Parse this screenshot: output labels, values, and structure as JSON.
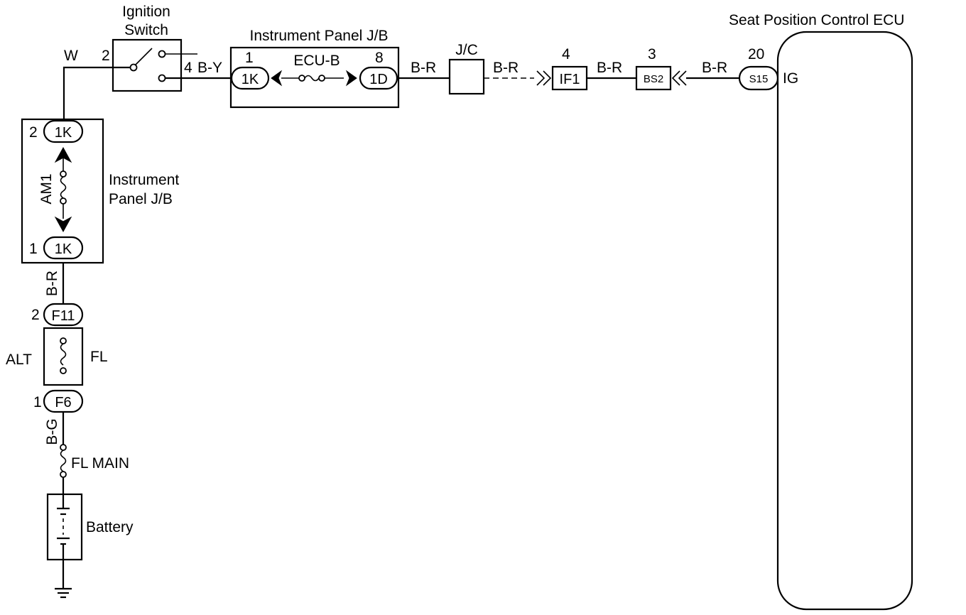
{
  "labels": {
    "ignition_switch_1": "Ignition",
    "ignition_switch_2": "Switch",
    "ipjb_top": "Instrument Panel J/B",
    "ipjb_side_1": "Instrument",
    "ipjb_side_2": "Panel J/B",
    "ecu_title": "Seat Position Control ECU",
    "jc": "J/C",
    "ecu_b": "ECU-B",
    "am1": "AM1",
    "alt": "ALT",
    "fl": "FL",
    "fl_main": "FL MAIN",
    "battery": "Battery",
    "ig": "IG"
  },
  "wires": {
    "w": "W",
    "by": "B-Y",
    "br1": "B-R",
    "br2": "B-R",
    "br3": "B-R",
    "br4": "B-R",
    "br_vert": "B-R",
    "bg_vert": "B-G"
  },
  "pins": {
    "sw_in": "2",
    "sw_out": "4",
    "jb_1k": "1",
    "jb_1d": "8",
    "if1": "4",
    "bs2": "3",
    "s15": "20",
    "am1_top": "2",
    "am1_bot": "1",
    "f11": "2",
    "f6": "1"
  },
  "connectors": {
    "jb_1k": "1K",
    "jb_1d": "1D",
    "if1": "IF1",
    "bs2": "BS2",
    "s15": "S15",
    "am1_top": "1K",
    "am1_bot": "1K",
    "f11": "F11",
    "f6": "F6"
  }
}
